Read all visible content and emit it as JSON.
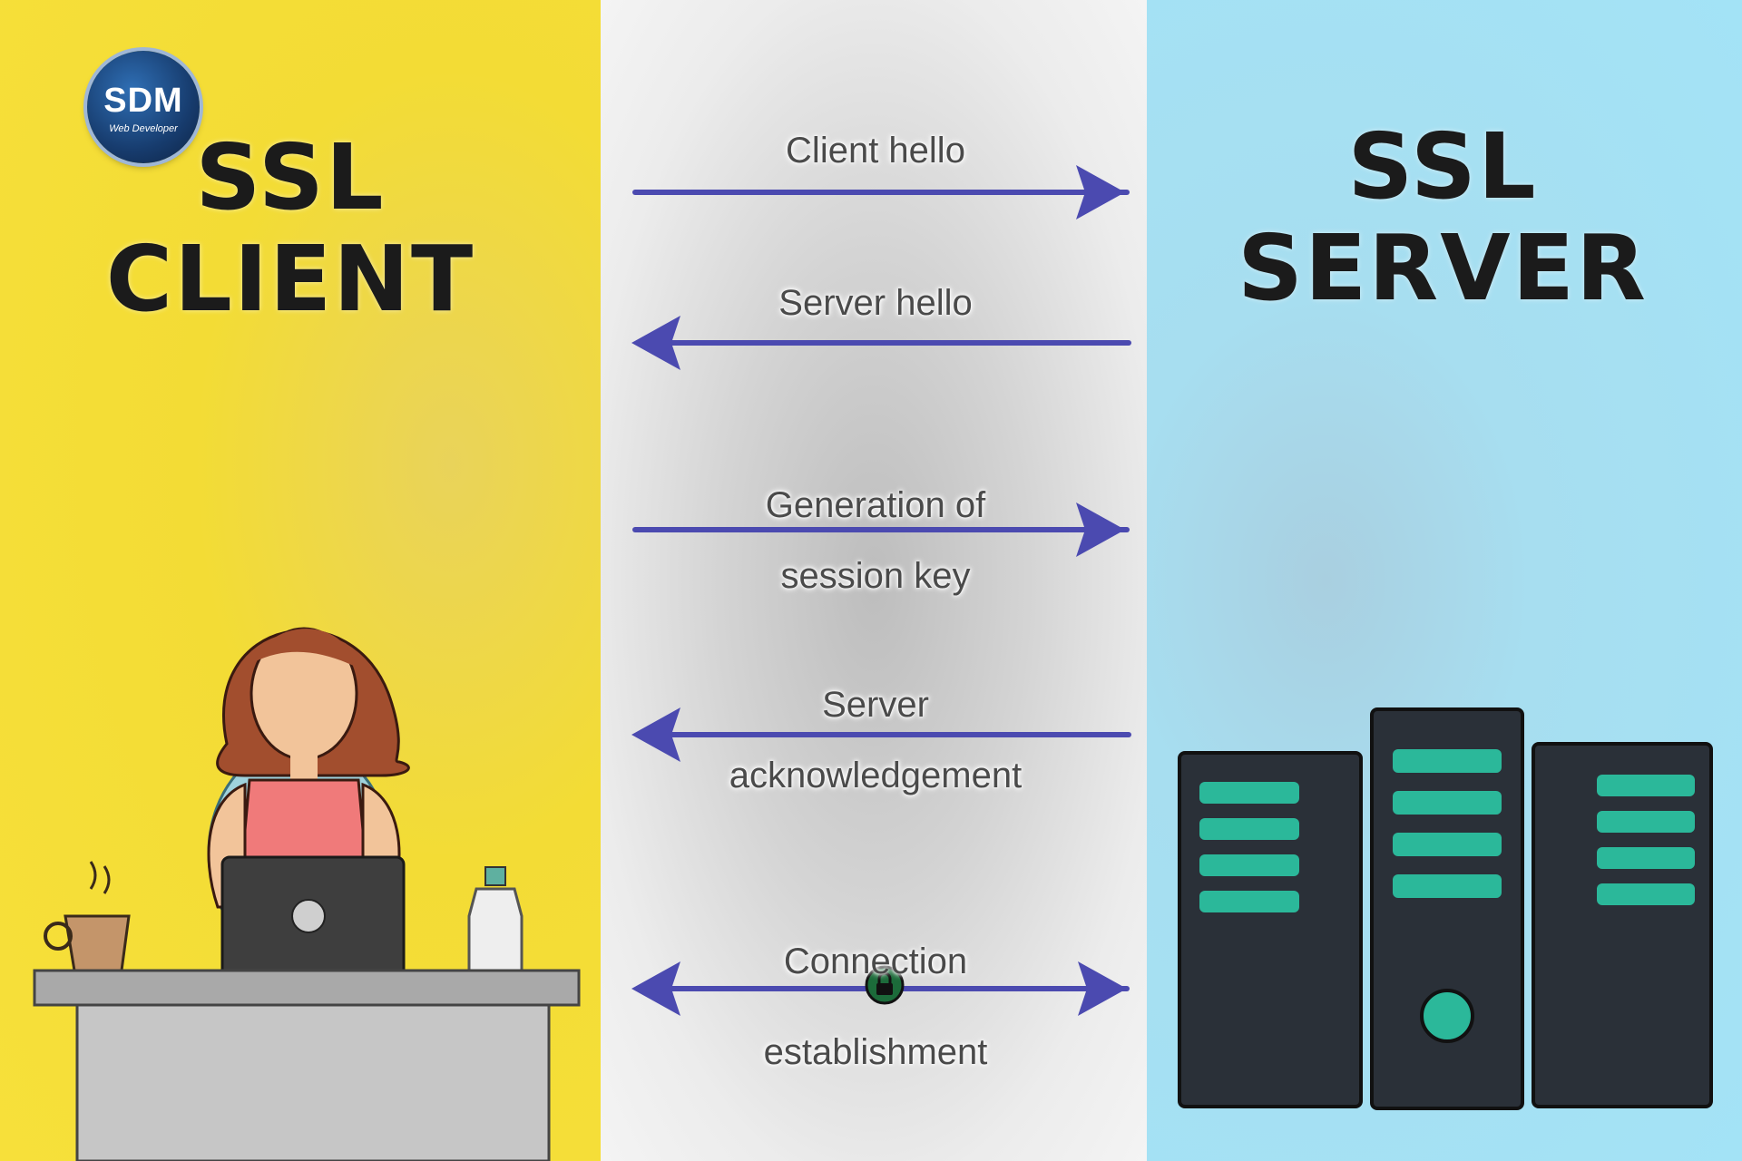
{
  "logo": {
    "text": "SDM",
    "subtitle": "Web Developer"
  },
  "client": {
    "title_line1": "SSL",
    "title_line2": "CLIENT"
  },
  "server": {
    "title_line1": "SSL",
    "title_line2": "SERVER"
  },
  "messages": [
    {
      "line1": "Client hello",
      "line2": "",
      "direction": "to-server"
    },
    {
      "line1": "Server hello",
      "line2": "",
      "direction": "to-client"
    },
    {
      "line1": "Generation of",
      "line2": "session key",
      "direction": "to-server"
    },
    {
      "line1": "Server",
      "line2": "acknowledgement",
      "direction": "to-client"
    },
    {
      "line1": "Connection",
      "line2": "establishment",
      "direction": "both"
    }
  ],
  "colors": {
    "client_bg": "#f7e03a",
    "server_bg": "#a3e3f6",
    "arrow": "#4b4ab0",
    "server_led": "#2bb89a",
    "rack": "#2a3038"
  }
}
